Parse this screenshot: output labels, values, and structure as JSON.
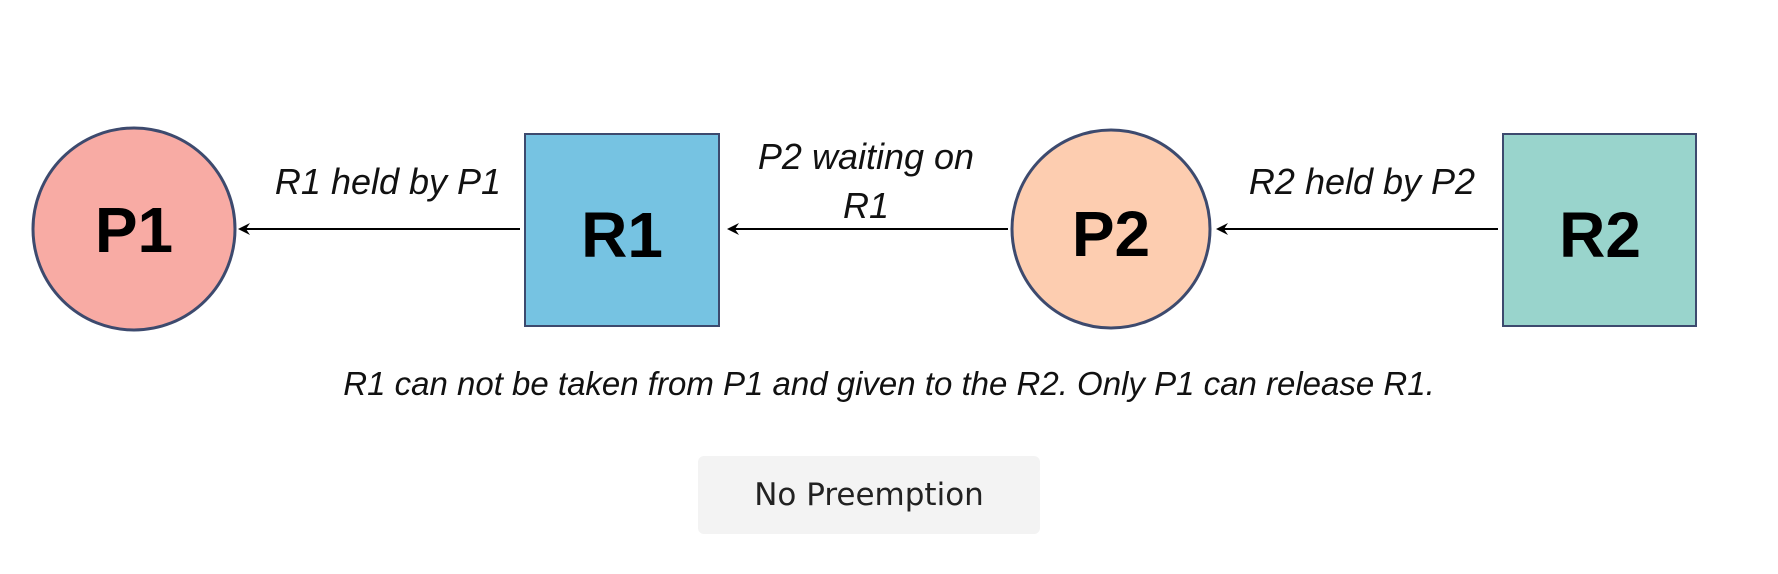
{
  "nodes": {
    "p1": {
      "label": "P1",
      "kind": "process",
      "color": "#f8aba4"
    },
    "r1": {
      "label": "R1",
      "kind": "resource",
      "color": "#76c3e2"
    },
    "p2": {
      "label": "P2",
      "kind": "process",
      "color": "#fdcdb0"
    },
    "r2": {
      "label": "R2",
      "kind": "resource",
      "color": "#99d4cc"
    }
  },
  "edges": {
    "r1_to_p1": {
      "from": "R1",
      "to": "P1",
      "label": "R1 held by P1"
    },
    "p2_to_r1": {
      "from": "P2",
      "to": "R1",
      "label_line1": "P2 waiting on",
      "label_line2": "R1"
    },
    "r2_to_p2": {
      "from": "R2",
      "to": "P2",
      "label": "R2 held by P2"
    }
  },
  "caption": "R1 can not be taken from P1 and given to the R2. Only P1 can release R1.",
  "button": {
    "label": "No Preemption"
  },
  "colors": {
    "stroke": "#3d4a6e",
    "arrow": "#000000"
  }
}
